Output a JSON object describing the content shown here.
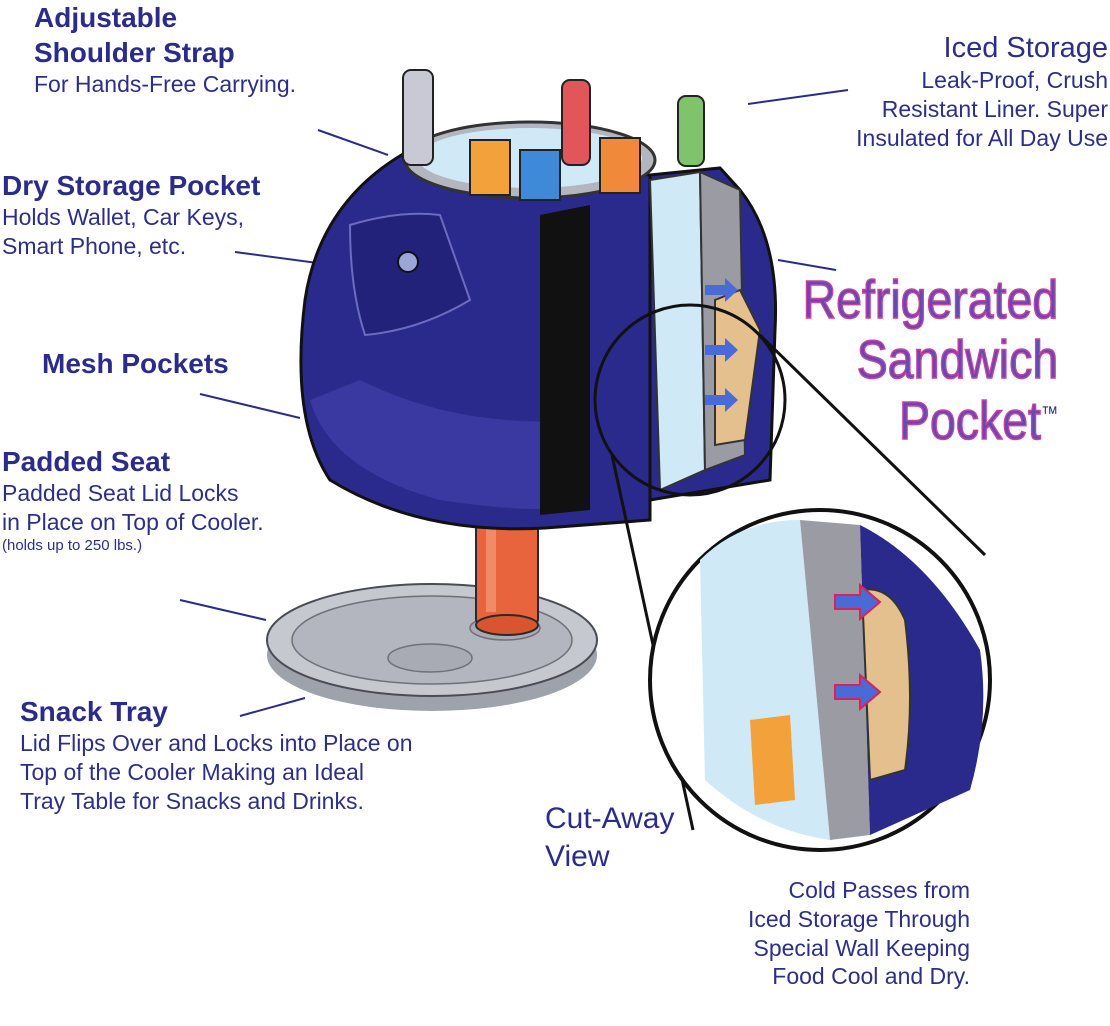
{
  "callouts": {
    "strap": {
      "title_1": "Adjustable",
      "title_2": "Shoulder Strap",
      "desc": "For Hands-Free Carrying."
    },
    "iced": {
      "title": "Iced Storage",
      "desc_1": "Leak-Proof, Crush",
      "desc_2": "Resistant Liner. Super",
      "desc_3": "Insulated for All Day Use"
    },
    "dry": {
      "title": "Dry Storage Pocket",
      "desc_1": "Holds Wallet, Car Keys,",
      "desc_2": "Smart Phone, etc."
    },
    "mesh": {
      "title": "Mesh Pockets"
    },
    "seat": {
      "title": "Padded Seat",
      "desc_1": "Padded Seat Lid Locks",
      "desc_2": "in Place on Top of Cooler.",
      "note": "(holds up to 250 lbs.)"
    },
    "tray": {
      "title": "Snack Tray",
      "desc_1": "Lid Flips Over and Locks into Place on",
      "desc_2": "Top of the Cooler Making an Ideal",
      "desc_3": "Tray Table for Snacks and Drinks."
    },
    "cutaway": {
      "line_1": "Cut-Away",
      "line_2": "View"
    },
    "cold": {
      "line_1": "Cold Passes from",
      "line_2": "Iced Storage Through",
      "line_3": "Special Wall Keeping",
      "line_4": "Food Cool and Dry."
    }
  },
  "feature_title": {
    "line_1": "Refrigerated",
    "line_2": "Sandwich",
    "line_3": "Pocket",
    "mark": "™"
  },
  "colors": {
    "label_text": "#2b2c8a",
    "cooler_body": "#2a2a8c",
    "feature_fill": "#5a4fb4",
    "feature_outline": "#d63b9c",
    "ice": "#bfe4f7",
    "liner": "#9b9ba3",
    "tray": "#b9bcc4",
    "can": "#e8643d"
  }
}
